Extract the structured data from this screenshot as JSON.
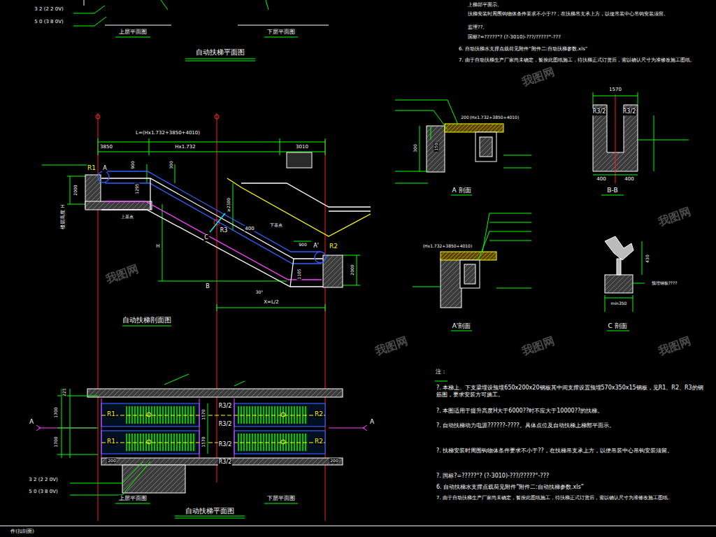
{
  "diagram": {
    "labels": [
      "3 2 (2 2 0V)",
      "5 0 (3 8 0V)",
      "上层平面图",
      "下层平面图",
      "自动扶梯平面图",
      "上梯部平面示。",
      "扶梯安装时周围钩物体条件要求不小于??，在扶梯吊支承上方，以便吊装中心吊钩安装须留。",
      "监理??。",
      "国标?=?????°? (?-3010)-???/?????°-???",
      "6.  自动扶梯水支撑点载荷见附件“附件二:自动扶梯参数.xls”",
      "7.  由于自动扶梯生产厂家尚未确定，暂按此图纸施工，待扶梯正式订货后，需以确认尺寸为准修改施工图纸。",
      "L=(Hx1.732+3850+4010)",
      "3850",
      "Hx1.732",
      "3010",
      "R1",
      "A",
      "900",
      "300",
      "1295",
      "2000",
      "楼层高度 H",
      "上基点",
      "≥2300",
      "R3",
      "C",
      "400",
      "下基点",
      "H",
      "900",
      "A'",
      "R2",
      "1105",
      "2000",
      "30°",
      "B",
      "X=L/2",
      "自动扶梯剖面图",
      "200",
      "(Hx1.732+3850+4010)",
      "150",
      "300",
      "A 剖面",
      "(Hx1.732+3850+4010)",
      "A'剖面",
      "1570",
      "R3/2",
      "R3/2",
      "400",
      "400",
      "B-B",
      "430",
      "预埋钢板????",
      "min350",
      "C 剖面",
      "注：",
      "?.  本梯上、下支梁埋设预埋650x200x20钢板其中间支撑设置预埋570x350x15钢板，见R1、R2、R3的钢筋图，要求安装方可施工。",
      "?.  本图适用于提升高度H大于6000??时不应大于10000??的扶梯。",
      "?.  自动扶梯动力电源??????-????。具体点位及自动扶梯上梯部平面示。",
      "?.  扶梯安装时周围钩物体条件要求不小于??，在扶梯吊支承上方，以便吊装中心吊钩安装须留。",
      "?.  国标?=?????°? (?-3010)-???/?????°-???",
      "6.  自动扶梯水支撑点载荷见附件“附件二:自动扶梯参数.xls”",
      "7.  由于自动扶梯生产厂家尚未确定，暂按此图纸施工，待扶梯正式订货后，需以确认尺寸为准修改施工图纸。",
      "R1",
      "R1",
      "R2",
      "R2",
      "R3/2",
      "R3/2",
      "R3/2",
      "R3/2",
      "1570",
      "1570",
      "A",
      "A",
      "1700",
      "1700",
      "225",
      "200",
      "200",
      "3 2 (2 2 0V)",
      "5 0 (3 8 0V)",
      "上层平面图",
      "下层平面图",
      "自动扶梯平面图",
      "作(扣剖面)",
      "我图网",
      "我图网",
      "我图网",
      "我图网",
      "我图网",
      "我图网"
    ]
  }
}
